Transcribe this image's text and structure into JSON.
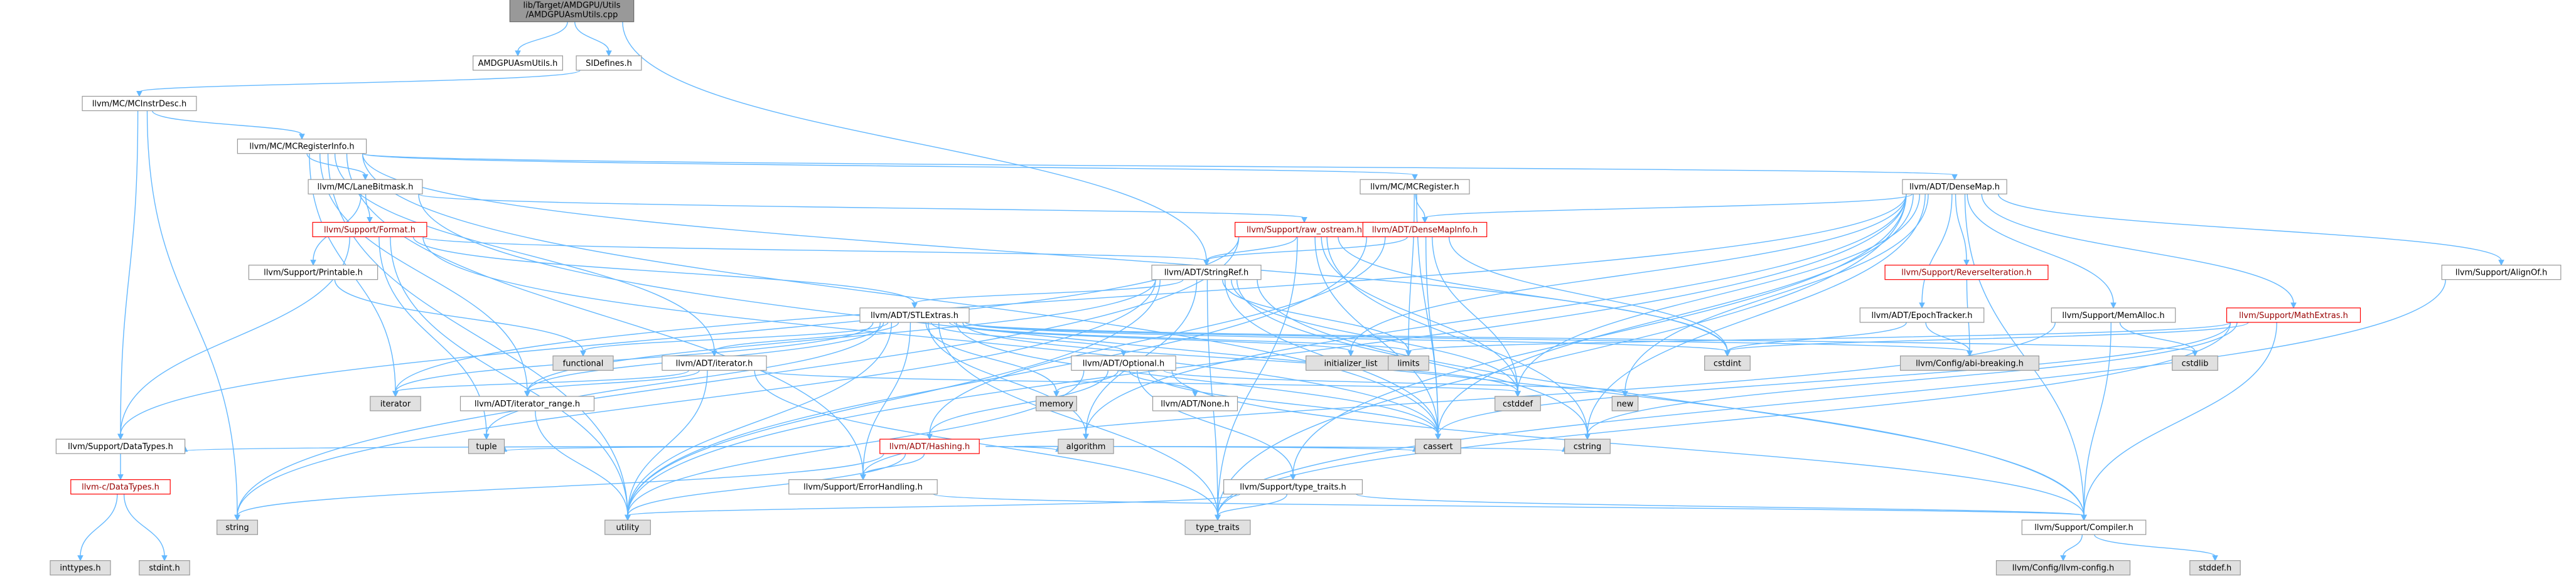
{
  "graph": {
    "colors": {
      "edge": "#63b8ff",
      "root_fill": "#999999",
      "system_fill": "#e0e0e0",
      "node_border": "#999999",
      "missing_border": "#ff0000",
      "missing_text": "#990000"
    },
    "nodes": [
      {
        "id": "root",
        "label": [
          "lib/Target/AMDGPU/Utils",
          "/AMDGPUAsmUtils.cpp"
        ],
        "kind": "root"
      },
      {
        "id": "amdgpuasmutils_h",
        "label": [
          "AMDGPUAsmUtils.h"
        ],
        "kind": "normal"
      },
      {
        "id": "sidefines_h",
        "label": [
          "SIDefines.h"
        ],
        "kind": "normal"
      },
      {
        "id": "mcinstrdesc_h",
        "label": [
          "llvm/MC/MCInstrDesc.h"
        ],
        "kind": "normal"
      },
      {
        "id": "mcregisterinfo_h",
        "label": [
          "llvm/MC/MCRegisterInfo.h"
        ],
        "kind": "normal"
      },
      {
        "id": "lanebitmask_h",
        "label": [
          "llvm/MC/LaneBitmask.h"
        ],
        "kind": "normal"
      },
      {
        "id": "mcregister_h",
        "label": [
          "llvm/MC/MCRegister.h"
        ],
        "kind": "normal"
      },
      {
        "id": "densemap_h",
        "label": [
          "llvm/ADT/DenseMap.h"
        ],
        "kind": "normal"
      },
      {
        "id": "format_h",
        "label": [
          "llvm/Support/Format.h"
        ],
        "kind": "missing"
      },
      {
        "id": "raw_ostream_h",
        "label": [
          "llvm/Support/raw_ostream.h"
        ],
        "kind": "missing"
      },
      {
        "id": "densemapinfo_h",
        "label": [
          "llvm/ADT/DenseMapInfo.h"
        ],
        "kind": "missing"
      },
      {
        "id": "printable_h",
        "label": [
          "llvm/Support/Printable.h"
        ],
        "kind": "normal"
      },
      {
        "id": "stringref_h",
        "label": [
          "llvm/ADT/StringRef.h"
        ],
        "kind": "normal"
      },
      {
        "id": "reverseiteration_h",
        "label": [
          "llvm/Support/ReverseIteration.h"
        ],
        "kind": "missing"
      },
      {
        "id": "alignof_h",
        "label": [
          "llvm/Support/AlignOf.h"
        ],
        "kind": "normal"
      },
      {
        "id": "stlextras_h",
        "label": [
          "llvm/ADT/STLExtras.h"
        ],
        "kind": "normal"
      },
      {
        "id": "epochtracker_h",
        "label": [
          "llvm/ADT/EpochTracker.h"
        ],
        "kind": "normal"
      },
      {
        "id": "memalloc_h",
        "label": [
          "llvm/Support/MemAlloc.h"
        ],
        "kind": "normal"
      },
      {
        "id": "mathextras_h",
        "label": [
          "llvm/Support/MathExtras.h"
        ],
        "kind": "missing"
      },
      {
        "id": "functional",
        "label": [
          "functional"
        ],
        "kind": "system"
      },
      {
        "id": "iterator_h",
        "label": [
          "llvm/ADT/iterator.h"
        ],
        "kind": "normal"
      },
      {
        "id": "optional_h",
        "label": [
          "llvm/ADT/Optional.h"
        ],
        "kind": "normal"
      },
      {
        "id": "initializer_list",
        "label": [
          "initializer_list"
        ],
        "kind": "system"
      },
      {
        "id": "limits",
        "label": [
          "limits"
        ],
        "kind": "system"
      },
      {
        "id": "cstdint",
        "label": [
          "cstdint"
        ],
        "kind": "system"
      },
      {
        "id": "abi_breaking_h",
        "label": [
          "llvm/Config/abi-breaking.h"
        ],
        "kind": "system"
      },
      {
        "id": "cstdlib",
        "label": [
          "cstdlib"
        ],
        "kind": "system"
      },
      {
        "id": "iterator",
        "label": [
          "iterator"
        ],
        "kind": "system"
      },
      {
        "id": "iterator_range_h",
        "label": [
          "llvm/ADT/iterator_range.h"
        ],
        "kind": "normal"
      },
      {
        "id": "memory",
        "label": [
          "memory"
        ],
        "kind": "system"
      },
      {
        "id": "none_h",
        "label": [
          "llvm/ADT/None.h"
        ],
        "kind": "normal"
      },
      {
        "id": "cstddef",
        "label": [
          "cstddef"
        ],
        "kind": "system"
      },
      {
        "id": "new",
        "label": [
          "new"
        ],
        "kind": "system"
      },
      {
        "id": "datatypes_h",
        "label": [
          "llvm/Support/DataTypes.h"
        ],
        "kind": "normal"
      },
      {
        "id": "tuple",
        "label": [
          "tuple"
        ],
        "kind": "system"
      },
      {
        "id": "hashing_h",
        "label": [
          "llvm/ADT/Hashing.h"
        ],
        "kind": "missing"
      },
      {
        "id": "algorithm",
        "label": [
          "algorithm"
        ],
        "kind": "system"
      },
      {
        "id": "cassert",
        "label": [
          "cassert"
        ],
        "kind": "system"
      },
      {
        "id": "cstring",
        "label": [
          "cstring"
        ],
        "kind": "system"
      },
      {
        "id": "errorhandling_h",
        "label": [
          "llvm/Support/ErrorHandling.h"
        ],
        "kind": "normal"
      },
      {
        "id": "type_traits_h",
        "label": [
          "llvm/Support/type_traits.h"
        ],
        "kind": "normal"
      },
      {
        "id": "c_datatypes_h",
        "label": [
          "llvm-c/DataTypes.h"
        ],
        "kind": "missing"
      },
      {
        "id": "string",
        "label": [
          "string"
        ],
        "kind": "system"
      },
      {
        "id": "utility",
        "label": [
          "utility"
        ],
        "kind": "system"
      },
      {
        "id": "type_traits",
        "label": [
          "type_traits"
        ],
        "kind": "system"
      },
      {
        "id": "compiler_h",
        "label": [
          "llvm/Support/Compiler.h"
        ],
        "kind": "normal"
      },
      {
        "id": "inttypes_h",
        "label": [
          "inttypes.h"
        ],
        "kind": "system"
      },
      {
        "id": "stdint_h",
        "label": [
          "stdint.h"
        ],
        "kind": "system"
      },
      {
        "id": "llvm_config_h",
        "label": [
          "llvm/Config/llvm-config.h"
        ],
        "kind": "system"
      },
      {
        "id": "stddef_h",
        "label": [
          "stddef.h"
        ],
        "kind": "system"
      }
    ],
    "edges": [
      [
        "root",
        "amdgpuasmutils_h"
      ],
      [
        "root",
        "sidefines_h"
      ],
      [
        "root",
        "stringref_h"
      ],
      [
        "sidefines_h",
        "mcinstrdesc_h"
      ],
      [
        "mcinstrdesc_h",
        "mcregisterinfo_h"
      ],
      [
        "mcinstrdesc_h",
        "datatypes_h"
      ],
      [
        "mcinstrdesc_h",
        "string"
      ],
      [
        "mcregisterinfo_h",
        "densemap_h"
      ],
      [
        "mcregisterinfo_h",
        "iterator_h"
      ],
      [
        "mcregisterinfo_h",
        "iterator_range_h"
      ],
      [
        "mcregisterinfo_h",
        "lanebitmask_h"
      ],
      [
        "mcregisterinfo_h",
        "mcregister_h"
      ],
      [
        "mcregisterinfo_h",
        "errorhandling_h"
      ],
      [
        "mcregisterinfo_h",
        "cassert"
      ],
      [
        "mcregisterinfo_h",
        "cstdint"
      ],
      [
        "mcregisterinfo_h",
        "iterator"
      ],
      [
        "mcregisterinfo_h",
        "utility"
      ],
      [
        "lanebitmask_h",
        "compiler_h"
      ],
      [
        "lanebitmask_h",
        "format_h"
      ],
      [
        "lanebitmask_h",
        "printable_h"
      ],
      [
        "lanebitmask_h",
        "raw_ostream_h"
      ],
      [
        "format_h",
        "stlextras_h"
      ],
      [
        "format_h",
        "stringref_h"
      ],
      [
        "format_h",
        "datatypes_h"
      ],
      [
        "format_h",
        "cassert"
      ],
      [
        "format_h",
        "cstdio"
      ],
      [
        "format_h",
        "tuple"
      ],
      [
        "format_h",
        "utility"
      ],
      [
        "printable_h",
        "functional"
      ],
      [
        "mcregister_h",
        "densemapinfo_h"
      ],
      [
        "mcregister_h",
        "cassert"
      ],
      [
        "mcregister_h",
        "limits"
      ],
      [
        "densemap_h",
        "densemapinfo_h"
      ],
      [
        "densemap_h",
        "epochtracker_h"
      ],
      [
        "densemap_h",
        "alignof_h"
      ],
      [
        "densemap_h",
        "compiler_h"
      ],
      [
        "densemap_h",
        "mathextras_h"
      ],
      [
        "densemap_h",
        "memalloc_h"
      ],
      [
        "densemap_h",
        "reverseiteration_h"
      ],
      [
        "densemap_h",
        "type_traits_h"
      ],
      [
        "densemap_h",
        "algorithm"
      ],
      [
        "densemap_h",
        "cassert"
      ],
      [
        "densemap_h",
        "cstddef"
      ],
      [
        "densemap_h",
        "cstring"
      ],
      [
        "densemap_h",
        "initializer_list"
      ],
      [
        "densemap_h",
        "iterator"
      ],
      [
        "densemap_h",
        "new"
      ],
      [
        "densemap_h",
        "type_traits"
      ],
      [
        "densemap_h",
        "utility"
      ],
      [
        "densemapinfo_h",
        "hashing_h"
      ],
      [
        "densemapinfo_h",
        "stringref_h"
      ],
      [
        "densemapinfo_h",
        "cassert"
      ],
      [
        "densemapinfo_h",
        "cstddef"
      ],
      [
        "densemapinfo_h",
        "cstdint"
      ],
      [
        "densemapinfo_h",
        "utility"
      ],
      [
        "raw_ostream_h",
        "stringref_h"
      ],
      [
        "raw_ostream_h",
        "datatypes_h"
      ],
      [
        "raw_ostream_h",
        "cassert"
      ],
      [
        "raw_ostream_h",
        "cstddef"
      ],
      [
        "raw_ostream_h",
        "cstdint"
      ],
      [
        "raw_ostream_h",
        "cstring"
      ],
      [
        "raw_ostream_h",
        "string"
      ],
      [
        "raw_ostream_h",
        "type_traits"
      ],
      [
        "stringref_h",
        "stlextras_h"
      ],
      [
        "stringref_h",
        "iterator_range_h"
      ],
      [
        "stringref_h",
        "compiler_h"
      ],
      [
        "stringref_h",
        "algorithm"
      ],
      [
        "stringref_h",
        "cassert"
      ],
      [
        "stringref_h",
        "cstddef"
      ],
      [
        "stringref_h",
        "cstring"
      ],
      [
        "stringref_h",
        "limits"
      ],
      [
        "stringref_h",
        "string"
      ],
      [
        "stringref_h",
        "type_traits"
      ],
      [
        "stringref_h",
        "utility"
      ],
      [
        "stlextras_h",
        "optional_h"
      ],
      [
        "stlextras_h",
        "iterator_h"
      ],
      [
        "stlextras_h",
        "iterator_range_h"
      ],
      [
        "stlextras_h",
        "abi_breaking_h"
      ],
      [
        "stlextras_h",
        "errorhandling_h"
      ],
      [
        "stlextras_h",
        "algorithm"
      ],
      [
        "stlextras_h",
        "cassert"
      ],
      [
        "stlextras_h",
        "cstddef"
      ],
      [
        "stlextras_h",
        "cstdint"
      ],
      [
        "stlextras_h",
        "cstdlib"
      ],
      [
        "stlextras_h",
        "functional"
      ],
      [
        "stlextras_h",
        "initializer_list"
      ],
      [
        "stlextras_h",
        "iterator"
      ],
      [
        "stlextras_h",
        "limits"
      ],
      [
        "stlextras_h",
        "memory"
      ],
      [
        "stlextras_h",
        "tuple"
      ],
      [
        "stlextras_h",
        "type_traits"
      ],
      [
        "stlextras_h",
        "utility"
      ],
      [
        "optional_h",
        "hashing_h"
      ],
      [
        "optional_h",
        "none_h"
      ],
      [
        "optional_h",
        "compiler_h"
      ],
      [
        "optional_h",
        "type_traits_h"
      ],
      [
        "optional_h",
        "cassert"
      ],
      [
        "optional_h",
        "memory"
      ],
      [
        "optional_h",
        "new"
      ],
      [
        "optional_h",
        "utility"
      ],
      [
        "hashing_h",
        "datatypes_h"
      ],
      [
        "hashing_h",
        "errorhandling_h"
      ],
      [
        "hashing_h",
        "algorithm"
      ],
      [
        "hashing_h",
        "cassert"
      ],
      [
        "hashing_h",
        "cstring"
      ],
      [
        "hashing_h",
        "string"
      ],
      [
        "hashing_h",
        "tuple"
      ],
      [
        "hashing_h",
        "utility"
      ],
      [
        "iterator_h",
        "iterator_range_h"
      ],
      [
        "iterator_h",
        "cstddef"
      ],
      [
        "iterator_h",
        "iterator"
      ],
      [
        "iterator_h",
        "type_traits"
      ],
      [
        "iterator_h",
        "utility"
      ],
      [
        "iterator_range_h",
        "utility"
      ],
      [
        "epochtracker_h",
        "abi_breaking_h"
      ],
      [
        "epochtracker_h",
        "cstdint"
      ],
      [
        "reverseiteration_h",
        "abi_breaking_h"
      ],
      [
        "alignof_h",
        "type_traits"
      ],
      [
        "memalloc_h",
        "compiler_h"
      ],
      [
        "memalloc_h",
        "errorhandling_h"
      ],
      [
        "memalloc_h",
        "cstdlib"
      ],
      [
        "mathextras_h",
        "compiler_h"
      ],
      [
        "mathextras_h",
        "cassert"
      ],
      [
        "mathextras_h",
        "climits"
      ],
      [
        "mathextras_h",
        "cstdint"
      ],
      [
        "mathextras_h",
        "cstring"
      ],
      [
        "mathextras_h",
        "limits"
      ],
      [
        "mathextras_h",
        "type_traits"
      ],
      [
        "errorhandling_h",
        "compiler_h"
      ],
      [
        "type_traits_h",
        "compiler_h"
      ],
      [
        "type_traits_h",
        "type_traits"
      ],
      [
        "type_traits_h",
        "utility"
      ],
      [
        "datatypes_h",
        "c_datatypes_h"
      ],
      [
        "c_datatypes_h",
        "inttypes_h"
      ],
      [
        "c_datatypes_h",
        "stdint_h"
      ],
      [
        "compiler_h",
        "llvm_config_h"
      ],
      [
        "compiler_h",
        "stddef_h"
      ]
    ]
  }
}
